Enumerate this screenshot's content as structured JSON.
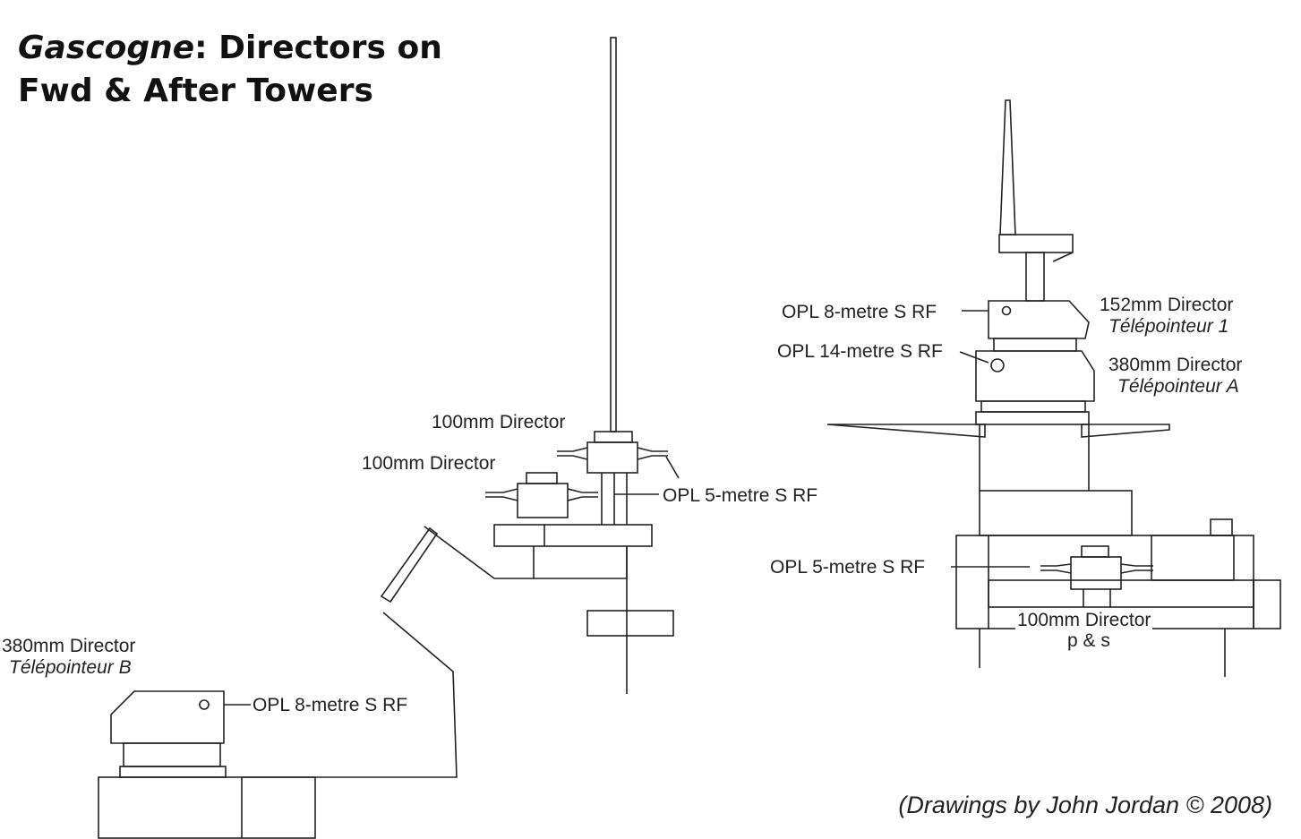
{
  "title": {
    "ship": "Gascogne",
    "rest_line1": ": Directors on",
    "line2": "Fwd & After Towers"
  },
  "labels": {
    "fwd_upper_100": "100mm Director",
    "fwd_lower_100": "100mm Director",
    "fwd_opl5": "OPL 5-metre S RF",
    "b_380": "380mm Director",
    "b_tele": "Télépointeur B",
    "b_opl8": "OPL 8-metre S RF",
    "aft_opl8": "OPL 8-metre S RF",
    "aft_152": "152mm Director",
    "aft_tele1": "Télépointeur 1",
    "aft_opl14": "OPL 14-metre S RF",
    "aft_380": "380mm Director",
    "aft_teleA": "Télépointeur A",
    "aft_opl5": "OPL 5-metre S RF",
    "aft_100": "100mm Director",
    "aft_ps": "p & s"
  },
  "credit": "(Drawings by John Jordan © 2008)"
}
